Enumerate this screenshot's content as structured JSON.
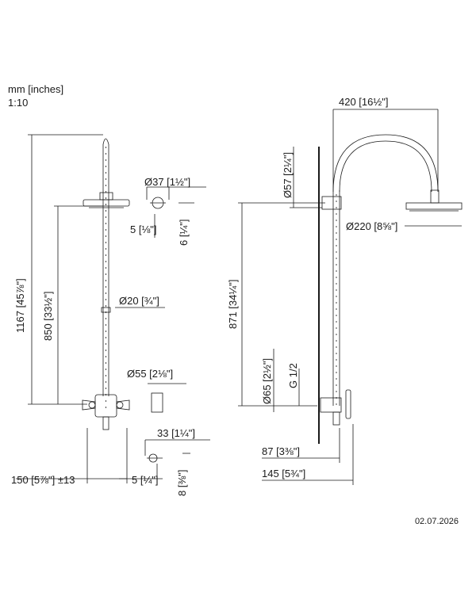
{
  "header": {
    "units": "mm [inches]",
    "scale": "1:10"
  },
  "date": "02.07.2026",
  "left_view": {
    "total_height": "1167 [45⅞\"]",
    "rail_height": "850 [33½\"]",
    "flange_diameter": "Ø37 [1½\"]",
    "flange_depth": "5 [⅛\"]",
    "flange_height": "6 [¼\"]",
    "rail_diameter": "Ø20 [¾\"]",
    "valve_diameter": "Ø55 [2⅛\"]",
    "handle_projection": "33 [1¼\"]",
    "centers": "150 [5⅞\"] ±13",
    "side_offset": "5 [¼\"]",
    "handle_height": "8 [⅜\"]"
  },
  "right_view": {
    "arm_reach": "420 [16½\"]",
    "upper_wall_bracket": "Ø57 [2¼\"]",
    "head_diameter": "Ø220 [8⅝\"]",
    "rail_height": "871 [34¼\"]",
    "valve_cover": "Ø65 [2½\"]",
    "thread": "G 1/2",
    "projection_outer": "87 [3⅜\"]",
    "projection_total": "145 [5¾\"]"
  }
}
